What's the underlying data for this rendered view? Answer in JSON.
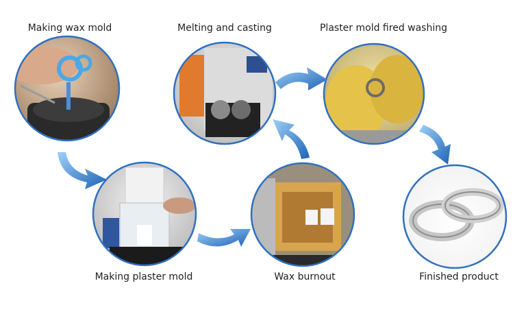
{
  "steps": [
    {
      "id": "wax-mold",
      "label": "Making wax mold"
    },
    {
      "id": "melting-casting",
      "label": "Melting and casting"
    },
    {
      "id": "fired-washing",
      "label": "Plaster mold fired washing"
    },
    {
      "id": "plaster-mold",
      "label": "Making plaster mold"
    },
    {
      "id": "wax-burnout",
      "label": "Wax burnout"
    },
    {
      "id": "finished",
      "label": "Finished product"
    }
  ],
  "colors": {
    "ring": "#2f6fbf",
    "arrow_light": "#8dc2f0",
    "arrow_dark": "#1e63b6",
    "text": "#1f1f1f"
  }
}
